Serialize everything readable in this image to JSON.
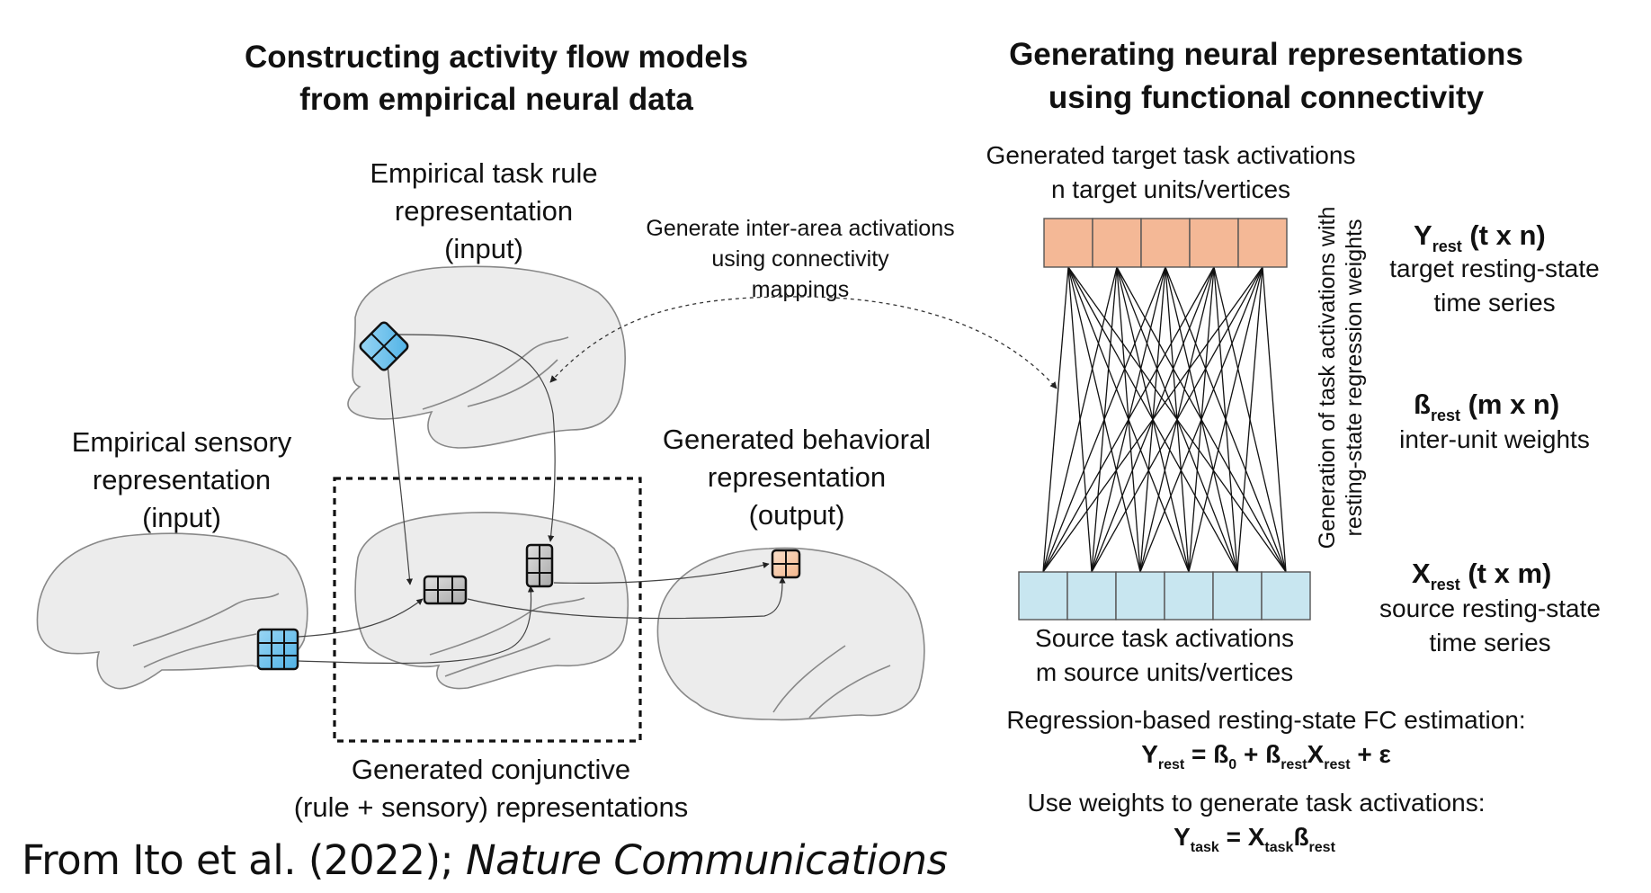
{
  "left_panel": {
    "title_line1": "Constructing activity flow models",
    "title_line2": "from empirical neural data",
    "rule_label": [
      "Empirical task rule",
      "representation",
      "(input)"
    ],
    "sensory_label": [
      "Empirical sensory",
      "representation",
      "(input)"
    ],
    "behavioral_label": [
      "Generated behavioral",
      "representation",
      "(output)"
    ],
    "conjunctive_label": [
      "Generated conjunctive",
      "(rule + sensory) representations"
    ],
    "connector_label": [
      "Generate inter-area activations",
      "using connectivity",
      "mappings"
    ]
  },
  "right_panel": {
    "title_line1": "Generating neural representations",
    "title_line2": "using functional connectivity",
    "target_label": [
      "Generated target task activations",
      "n target units/vertices"
    ],
    "source_label": [
      "Source task activations",
      "m source units/vertices"
    ],
    "vertical_label": [
      "Generation of task activations with",
      "resting-state regression weights"
    ],
    "y_rest": {
      "sym": "Y",
      "sub": "rest",
      "dims": " (t x n)",
      "desc": [
        "target resting-state",
        "time series"
      ]
    },
    "b_rest": {
      "sym": "ß",
      "sub": "rest",
      "dims": " (m x n)",
      "desc": [
        "inter-unit weights"
      ]
    },
    "x_rest": {
      "sym": "X",
      "sub": "rest",
      "dims": " (t x m)",
      "desc": [
        "source resting-state",
        "time series"
      ]
    },
    "regression_heading": "Regression-based resting-state FC estimation:",
    "use_weights_heading": "Use weights to generate task activations:",
    "eq1": {
      "y": "Y",
      "y_sub": "rest",
      "eq": " = ß",
      "b0_sub": "0",
      "plus": " + ß",
      "b_sub": "rest",
      "x": "X",
      "x_sub": "rest",
      "eps": " + ε"
    },
    "eq2": {
      "y": "Y",
      "y_sub": "task",
      "eq": " = X",
      "x_sub": "task",
      "b": "ß",
      "b_sub": "rest"
    }
  },
  "citation": {
    "prefix": "From Ito et al. (2022); ",
    "journal": "Nature Communications"
  },
  "colors": {
    "target_units": "#f4b896",
    "source_units": "#c8e6f0",
    "brain_fill": "#ececec",
    "blue_grid": "#69c0ea",
    "orange_grid": "#f6c9a8",
    "gray_grid": "#c8c8c8"
  }
}
